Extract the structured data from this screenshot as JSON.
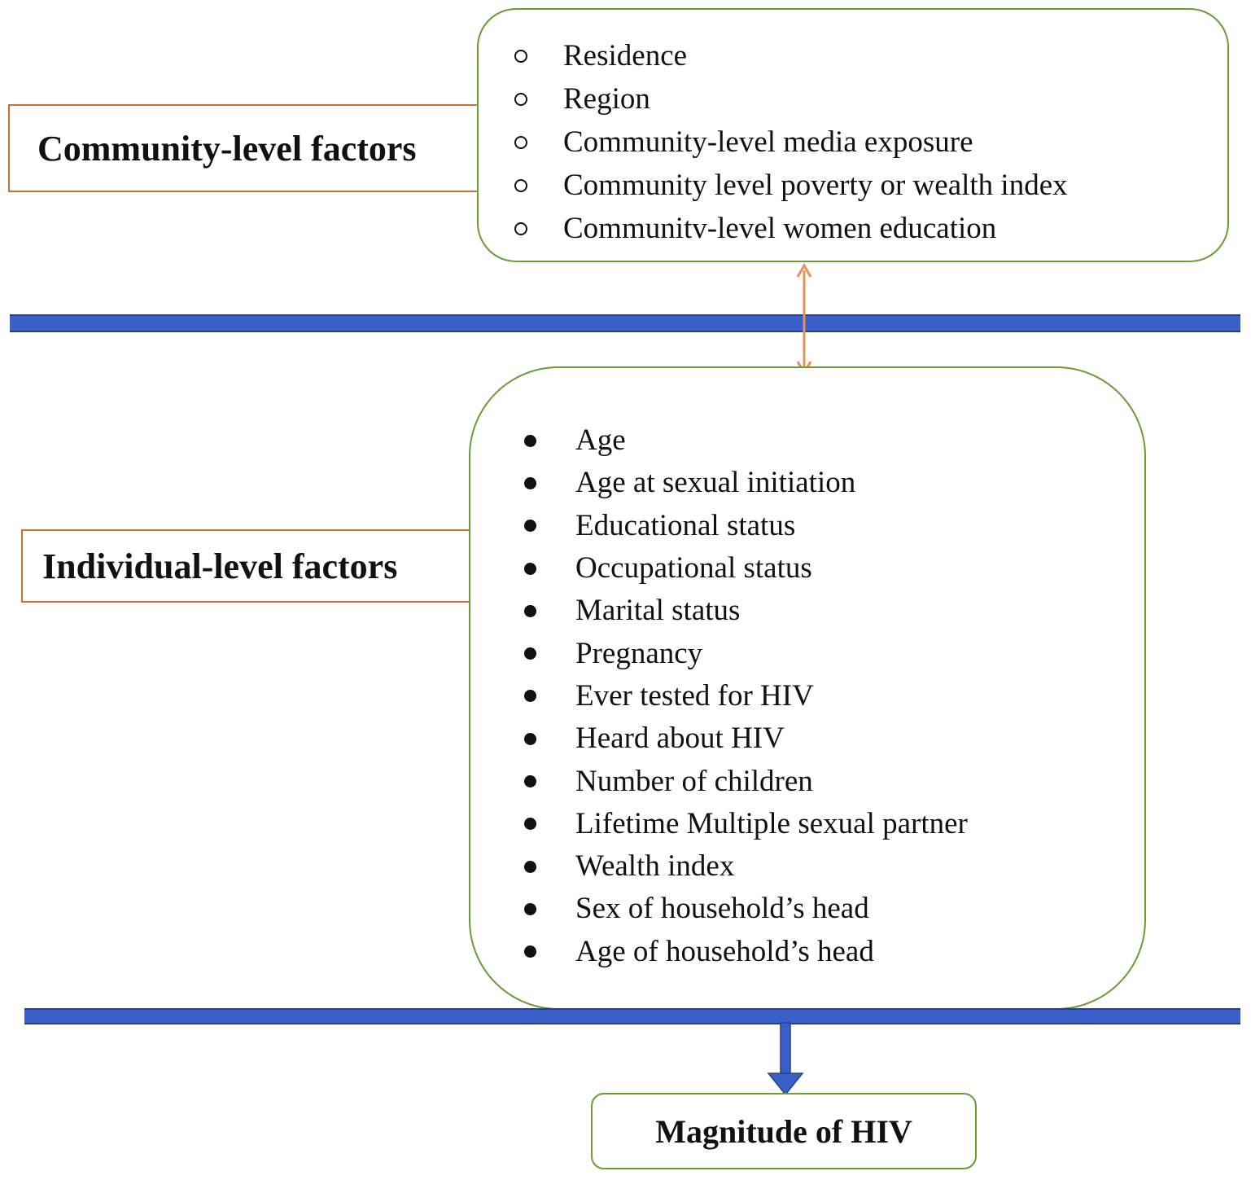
{
  "community": {
    "label": "Community-level factors",
    "items": [
      "Residence",
      "Region",
      "Community-level media exposure",
      "Community level poverty or wealth index",
      "Communitv-level women education"
    ]
  },
  "individual": {
    "label": "Individual-level factors",
    "items": [
      "Age",
      "Age at sexual initiation",
      "Educational status",
      "Occupational status",
      "Marital status",
      "Pregnancy",
      "Ever tested for HIV",
      "Heard about HIV",
      "Number of children",
      "Lifetime Multiple sexual partner",
      "Wealth index",
      "Sex of household’s head",
      "Age of household’s head"
    ]
  },
  "outcome": {
    "label": "Magnitude of HIV"
  },
  "colors": {
    "label_border": "#c0703a",
    "box_border": "#6a9a3a",
    "bar": "#3a5fc8",
    "double_arrow": "#e8905a",
    "down_arrow": "#3a5fc8"
  }
}
